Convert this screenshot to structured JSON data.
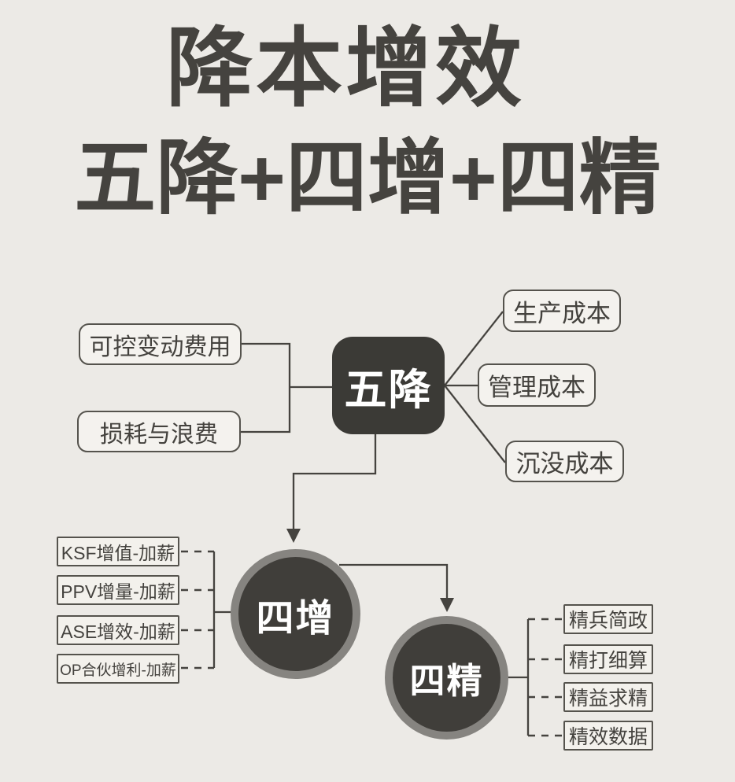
{
  "title": {
    "line1": "降本增效",
    "line2": "五降+四增+四精"
  },
  "nodes": {
    "wujiang": {
      "label": "五降"
    },
    "sizeng": {
      "label": "四增"
    },
    "sijing": {
      "label": "四精"
    }
  },
  "wujiang_left": [
    "可控变动费用",
    "损耗与浪费"
  ],
  "wujiang_right": [
    "生产成本",
    "管理成本",
    "沉没成本"
  ],
  "sizeng_items": [
    "KSF增值-加薪",
    "PPV增量-加薪",
    "ASE增效-加薪",
    "OP合伙增利-加薪"
  ],
  "sijing_items": [
    "精兵简政",
    "精打细算",
    "精益求精",
    "精效数据"
  ],
  "colors": {
    "background": "#ECEAE6",
    "ink": "#45433F",
    "node_fill": "#3B3A36",
    "circle_ring": "#868480",
    "circle_fill": "#403E3A",
    "box_fill": "#F4F2EE",
    "box_border": "#55534D",
    "text_on_dark": "#FFFFFF"
  }
}
